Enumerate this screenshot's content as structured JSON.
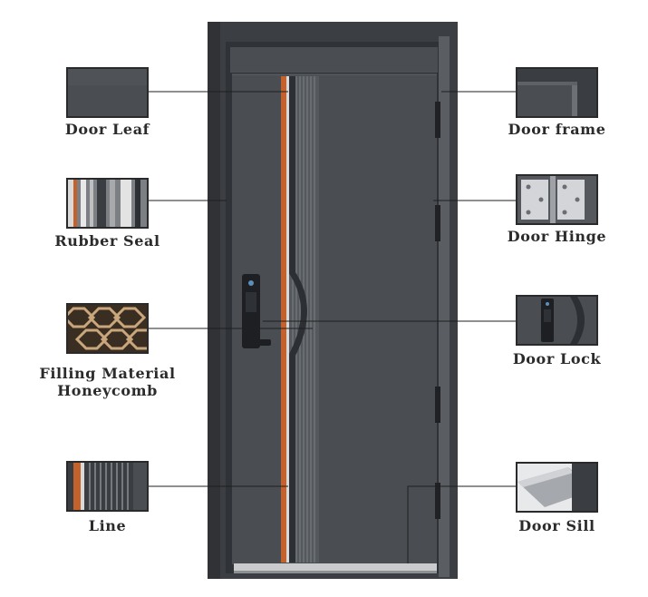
{
  "diagram": {
    "callouts_left": [
      {
        "id": "door-leaf",
        "label": "Door Leaf",
        "icon": "door-leaf-swatch"
      },
      {
        "id": "rubber-seal",
        "label": "Rubber Seal",
        "icon": "rubber-seal-swatch"
      },
      {
        "id": "filling-material",
        "label": "Filling Material",
        "label_line2": "Honeycomb",
        "icon": "honeycomb-swatch"
      },
      {
        "id": "line",
        "label": "Line",
        "icon": "line-strip-swatch"
      }
    ],
    "callouts_right": [
      {
        "id": "door-frame",
        "label": "Door frame",
        "icon": "door-frame-corner-swatch"
      },
      {
        "id": "door-hinge",
        "label": "Door Hinge",
        "icon": "hinge-swatch"
      },
      {
        "id": "door-lock",
        "label": "Door Lock",
        "icon": "smart-lock-swatch"
      },
      {
        "id": "door-sill",
        "label": "Door Sill",
        "icon": "sill-swatch"
      }
    ],
    "colors": {
      "door_body": "#4a4e53",
      "frame": "#3a3d41",
      "accent_strip": "#c4622d",
      "connector_line": "#1f1f1f",
      "label_text": "#2b2b2b"
    }
  }
}
